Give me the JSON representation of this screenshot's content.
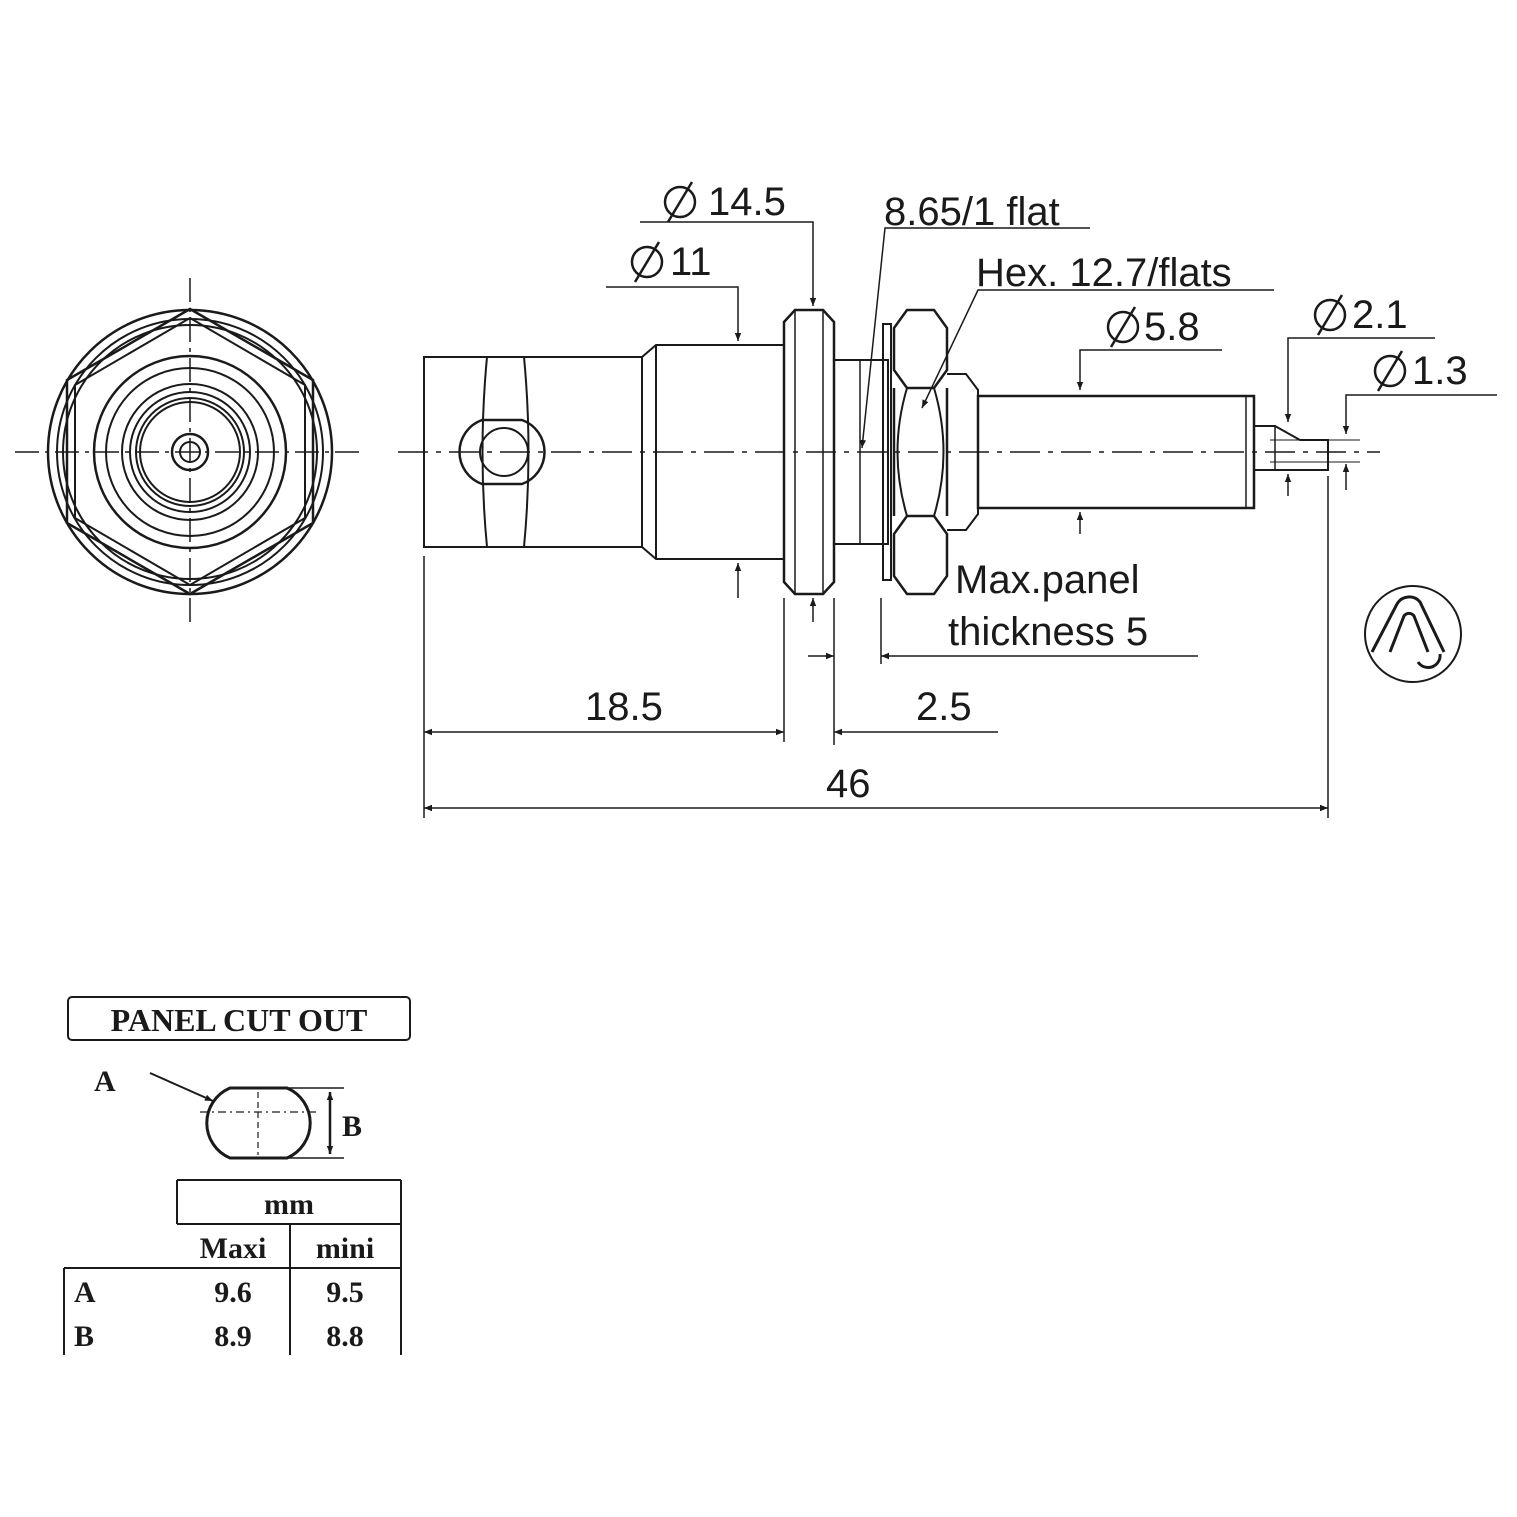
{
  "labels": {
    "dia_14_5": "14.5",
    "dia_11": "11",
    "flat": "8.65/1 flat",
    "hex": "Hex. 12.7/flats",
    "dia_5_8": "5.8",
    "dia_2_1": "2.1",
    "dia_1_3": "1.3",
    "panel_line1": "Max.panel",
    "panel_line2": "thickness 5",
    "len_18_5": "18.5",
    "len_2_5": "2.5",
    "len_46": "46"
  },
  "cutout": {
    "title": "PANEL CUT OUT",
    "label_a": "A",
    "label_b": "B",
    "unit": "mm",
    "col_max": "Maxi",
    "col_min": "mini",
    "rows": [
      {
        "label": "A",
        "max": "9.6",
        "min": "9.5"
      },
      {
        "label": "B",
        "max": "8.9",
        "min": "8.8"
      }
    ]
  }
}
